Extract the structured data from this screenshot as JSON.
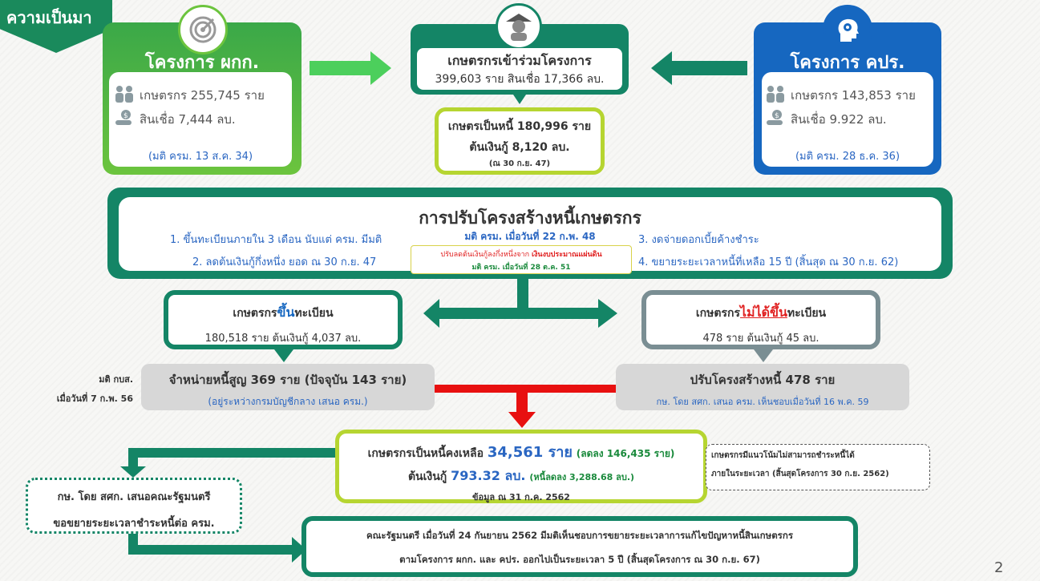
{
  "header": {
    "title": "ความเป็นมา",
    "page_number": "2"
  },
  "left_card": {
    "title": "โครงการ ผกก.",
    "farmers": "เกษตรกร 255,745 ราย",
    "credit": "สินเชื่อ 7,444 ลบ.",
    "note": "(มติ ครม. 13 ส.ค. 34)"
  },
  "right_card": {
    "title": "โครงการ คปร.",
    "farmers": "เกษตรกร 143,853 ราย",
    "credit": "สินเชื่อ 9.922 ลบ.",
    "note": "(มติ ครม. 28 ธ.ค. 36)"
  },
  "center_top": {
    "line1": "เกษตรกรเข้าร่วมโครงการ",
    "line2": "399,603 ราย สินเชื่อ 17,366 ลบ."
  },
  "debtors": {
    "line1": "เกษตรเป็นหนี้ 180,996 ราย",
    "line2": "ต้นเงินกู้ 8,120 ลบ.",
    "line3": "(ณ 30 ก.ย. 47)"
  },
  "restructure": {
    "title": "การปรับโครงสร้างหนี้เกษตรกร",
    "resolution": "มติ ครม. เมื่อวันที่ 22 ก.พ. 48",
    "item1": "1. ขึ้นทะเบียนภายใน 3 เดือน นับแต่ ครม. มีมติ",
    "item2": "2. ลดต้นเงินกู้กึ่งหนึ่ง ยอด ณ 30 ก.ย. 47",
    "item3": "3. งดจ่ายดอกเบี้ยค้างชำระ",
    "item4": "4. ขยายระยะเวลาหนี้ที่เหลือ 15 ปี  (สิ้นสุด ณ 30 ก.ย. 62)",
    "sub_note_a": "ปรับลดต้นเงินกู้ลงกึ่งหนึ่งจาก",
    "sub_note_b": "เงินงบประมาณแผ่นดิน",
    "sub_note_c": "มติ ครม. เมื่อวันที่ 28 ต.ค. 51"
  },
  "registered": {
    "title_a": "เกษตรกร",
    "title_b": "ขึ้น",
    "title_c": "ทะเบียน",
    "detail": "180,518 ราย ต้นเงินกู้ 4,037 ลบ."
  },
  "unregistered": {
    "title_a": "เกษตรกร",
    "title_b": "ไม่ได้ขึ้น",
    "title_c": "ทะเบียน",
    "detail": "478 ราย ต้นเงินกู้ 45 ลบ."
  },
  "writeoff": {
    "side_label1": "มติ กบส.",
    "side_label2": "เมื่อวันที่ 7 ก.พ. 56",
    "title": "จำหน่ายหนี้สูญ 369 ราย (ปัจจุบัน 143 ราย)",
    "note": "(อยู่ระหว่างกรมบัญชีกลาง เสนอ ครม.)"
  },
  "restructure478": {
    "title": "ปรับโครงสร้างหนี้ 478 ราย",
    "note": "กษ. โดย สศก. เสนอ ครม. เห็นชอบเมื่อวันที่ 16 พ.ค. 59"
  },
  "remaining": {
    "label1": "เกษตรกรเป็นหนี้คงเหลือ ",
    "count": "34,561 ราย",
    "reduced_count": "(ลดลง 146,435 ราย)",
    "label2": "ต้นเงินกู้ ",
    "principal": "793.32 ลบ.",
    "reduced_principal": "(หนี้ลดลง 3,288.68 ลบ.)",
    "as_of": "ข้อมูล ณ 31 ก.ค. 2562"
  },
  "trend_note": {
    "line1": "เกษตรกรมีแนวโน้มไม่สามารถชำระหนี้ได้",
    "line2": "ภายในระยะเวลา (สิ้นสุดโครงการ 30 ก.ย. 2562)"
  },
  "proposal": {
    "line1": "กษ. โดย สศก. เสนอคณะรัฐมนตรี",
    "line2": "ขอขยายระยะเวลาชำระหนี้ต่อ ครม."
  },
  "cabinet": {
    "line1": "คณะรัฐมนตรี เมื่อวันที่ 24 กันยายน 2562 มีมติเห็นชอบการขยายระยะเวลาการแก้ไขปัญหาหนี้สินเกษตรกร",
    "line2": "ตามโครงการ ผกก. และ คปร. ออกไปเป็นระยะเวลา 5 ปี (สิ้นสุดโครงการ ณ 30 ก.ย. 67)"
  },
  "colors": {
    "dark_green": "#148566",
    "lime": "#b6d531",
    "blue": "#1667c0",
    "red": "#e02020"
  }
}
